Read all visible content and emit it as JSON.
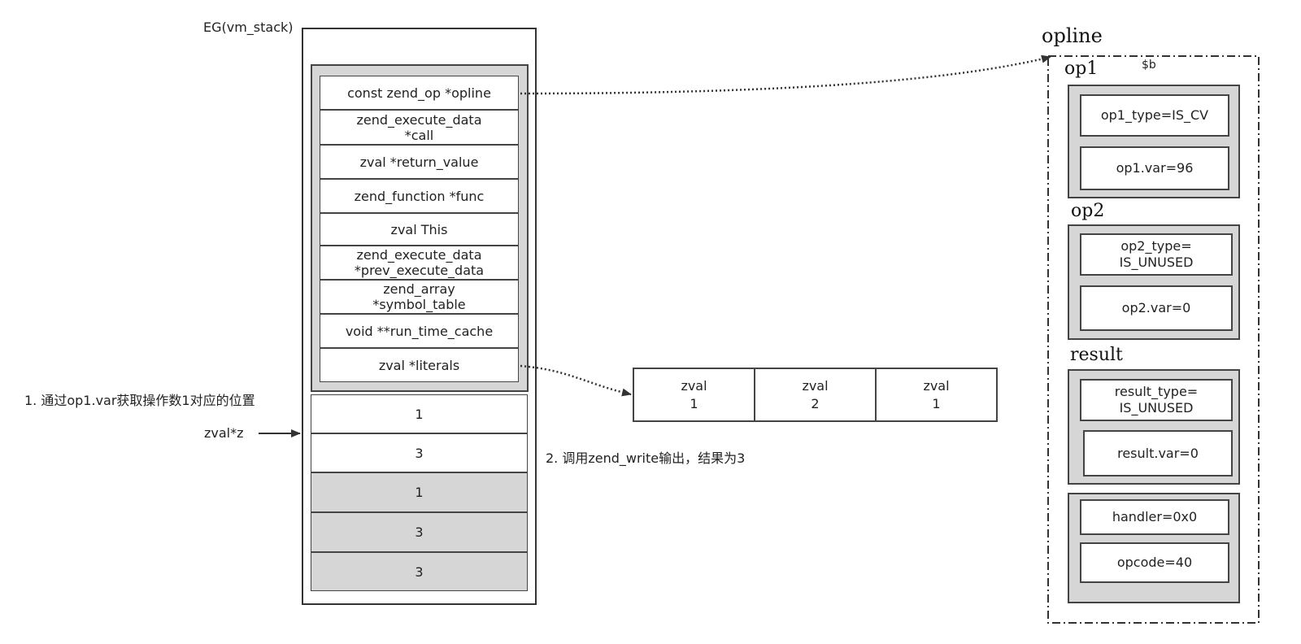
{
  "stack": {
    "title": "EG(vm_stack)",
    "fields": [
      "const zend_op *opline",
      "zend_execute_data\n*call",
      "zval  *return_value",
      "zend_function *func",
      "zval  This",
      "zend_execute_data\n*prev_execute_data",
      "zend_array\n*symbol_table",
      "void **run_time_cache",
      "zval  *literals"
    ],
    "slots": [
      "1",
      "3",
      "1",
      "3",
      "3"
    ]
  },
  "annotations": {
    "step1": "1. 通过op1.var获取操作数1对应的位置",
    "pointer": "zval*z",
    "step2": "2. 调用zend_write输出，结果为3"
  },
  "literals": [
    {
      "type": "zval",
      "value": "1"
    },
    {
      "type": "zval",
      "value": "2"
    },
    {
      "type": "zval",
      "value": "1"
    }
  ],
  "opline": {
    "title": "opline",
    "op1_label": "op1",
    "var_name": "$b",
    "op1_type": "op1_type=IS_CV",
    "op1_var": "op1.var=96",
    "op2_label": "op2",
    "op2_type": "op2_type=\nIS_UNUSED",
    "op2_var": "op2.var=0",
    "result_label": "result",
    "result_type": "result_type=\nIS_UNUSED",
    "result_var": "result.var=0",
    "handler": "handler=0x0",
    "opcode": "opcode=40"
  }
}
